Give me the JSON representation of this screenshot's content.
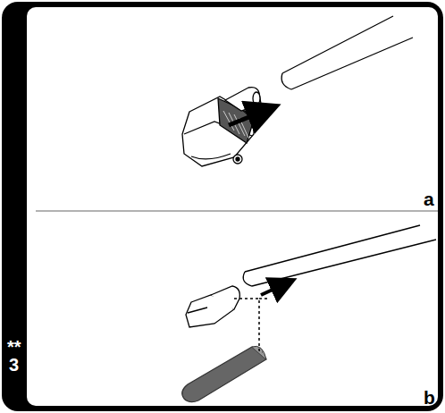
{
  "diagram": {
    "labels": [
      "**",
      "3",
      "a",
      "b"
    ]
  }
}
